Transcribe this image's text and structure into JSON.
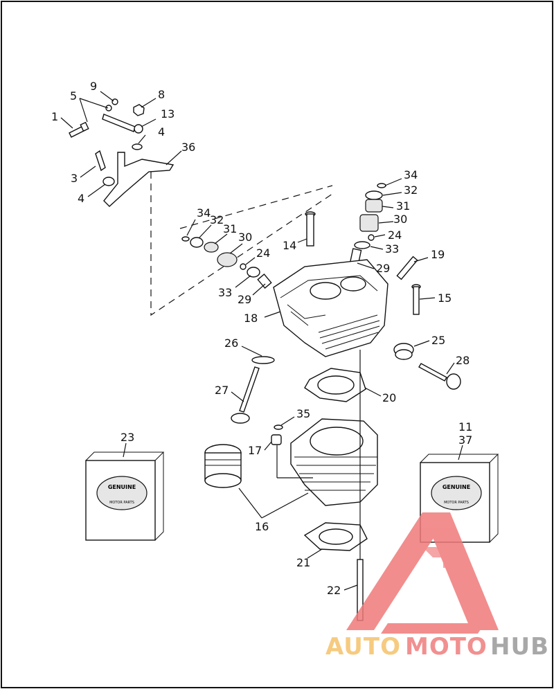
{
  "diagram": {
    "callouts": [
      {
        "id": "c1",
        "text": "1"
      },
      {
        "id": "c5",
        "text": "5"
      },
      {
        "id": "c9",
        "text": "9"
      },
      {
        "id": "c8",
        "text": "8"
      },
      {
        "id": "c13",
        "text": "13"
      },
      {
        "id": "c4a",
        "text": "4"
      },
      {
        "id": "c36",
        "text": "36"
      },
      {
        "id": "c3",
        "text": "3"
      },
      {
        "id": "c4b",
        "text": "4"
      },
      {
        "id": "c34a",
        "text": "34"
      },
      {
        "id": "c32a",
        "text": "32"
      },
      {
        "id": "c31a",
        "text": "31"
      },
      {
        "id": "c30a",
        "text": "30"
      },
      {
        "id": "c24a",
        "text": "24"
      },
      {
        "id": "c33a",
        "text": "33"
      },
      {
        "id": "c29a",
        "text": "29"
      },
      {
        "id": "c14",
        "text": "14"
      },
      {
        "id": "c34b",
        "text": "34"
      },
      {
        "id": "c32b",
        "text": "32"
      },
      {
        "id": "c31b",
        "text": "31"
      },
      {
        "id": "c30b",
        "text": "30"
      },
      {
        "id": "c24b",
        "text": "24"
      },
      {
        "id": "c33b",
        "text": "33"
      },
      {
        "id": "c29b",
        "text": "29"
      },
      {
        "id": "c19",
        "text": "19"
      },
      {
        "id": "c15",
        "text": "15"
      },
      {
        "id": "c18",
        "text": "18"
      },
      {
        "id": "c26",
        "text": "26"
      },
      {
        "id": "c25",
        "text": "25"
      },
      {
        "id": "c28",
        "text": "28"
      },
      {
        "id": "c27",
        "text": "27"
      },
      {
        "id": "c20",
        "text": "20"
      },
      {
        "id": "c35",
        "text": "35"
      },
      {
        "id": "c17",
        "text": "17"
      },
      {
        "id": "c23",
        "text": "23"
      },
      {
        "id": "c11",
        "text": "11"
      },
      {
        "id": "c37",
        "text": "37"
      },
      {
        "id": "c16",
        "text": "16"
      },
      {
        "id": "c21",
        "text": "21"
      },
      {
        "id": "c22",
        "text": "22"
      }
    ],
    "kit_label": {
      "line1": "GENUINE",
      "line2": "MOTOR PARTS"
    }
  },
  "watermark": {
    "part1": "AUTO",
    "part2": "MOTO",
    "part3": "HUB",
    "colors": {
      "auto": "#f5c26b",
      "moto": "#ef7d7d",
      "hub": "#9a9a9a",
      "triangle": "#f07a7a"
    }
  }
}
